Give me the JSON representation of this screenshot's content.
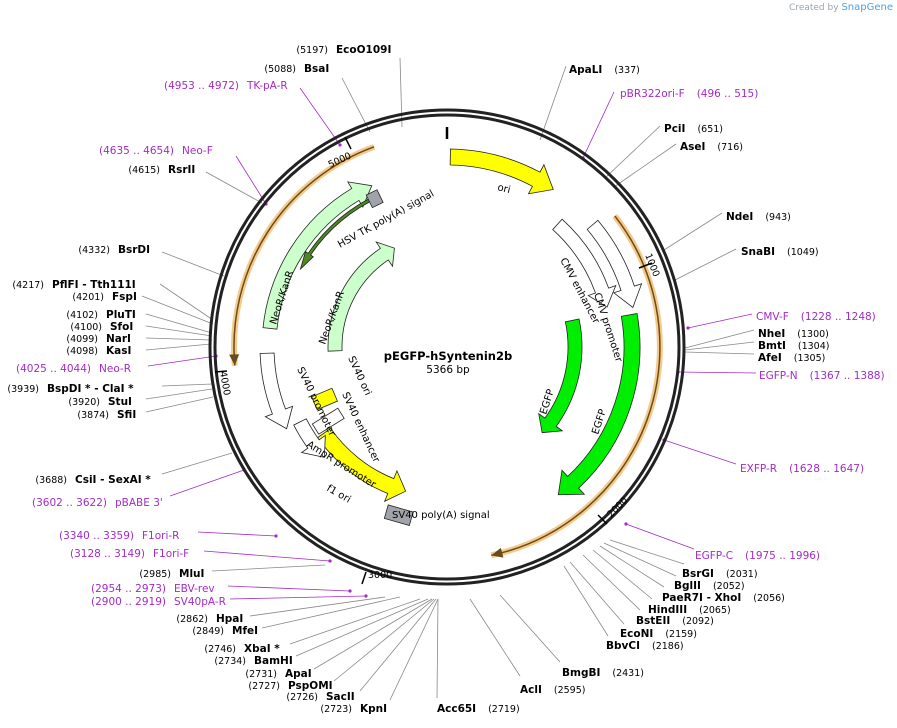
{
  "credit": {
    "prefix": "Created by",
    "brand": "SnapGene"
  },
  "plasmid": {
    "name": "pEGFP-hSyntenin2b",
    "length_label": "5366 bp"
  },
  "ticks": [
    "1000",
    "2000",
    "3000",
    "4000",
    "5000"
  ],
  "enzymes": [
    {
      "name": "EcoO109I",
      "pos": "(5197)"
    },
    {
      "name": "BsaI",
      "pos": "(5088)"
    },
    {
      "name": "RsrII",
      "pos": "(4615)"
    },
    {
      "name": "BsrDI",
      "pos": "(4332)"
    },
    {
      "name": "PflFI - Tth111I",
      "pos": "(4217)"
    },
    {
      "name": "FspI",
      "pos": "(4201)"
    },
    {
      "name": "PluTI",
      "pos": "(4102)"
    },
    {
      "name": "SfoI",
      "pos": "(4100)"
    },
    {
      "name": "NarI",
      "pos": "(4099)"
    },
    {
      "name": "KasI",
      "pos": "(4098)"
    },
    {
      "name": "BspDI * - ClaI *",
      "pos": "(3939)"
    },
    {
      "name": "StuI",
      "pos": "(3920)"
    },
    {
      "name": "SfiI",
      "pos": "(3874)"
    },
    {
      "name": "CsiI - SexAI *",
      "pos": "(3688)"
    },
    {
      "name": "MluI",
      "pos": "(2985)"
    },
    {
      "name": "HpaI",
      "pos": "(2862)"
    },
    {
      "name": "MfeI",
      "pos": "(2849)"
    },
    {
      "name": "XbaI *",
      "pos": "(2746)"
    },
    {
      "name": "BamHI",
      "pos": "(2734)"
    },
    {
      "name": "ApaI",
      "pos": "(2731)"
    },
    {
      "name": "PspOMI",
      "pos": "(2727)"
    },
    {
      "name": "SacII",
      "pos": "(2726)"
    },
    {
      "name": "KpnI",
      "pos": "(2723)"
    },
    {
      "name": "Acc65I",
      "pos": "(2719)"
    },
    {
      "name": "AclI",
      "pos": "(2595)"
    },
    {
      "name": "BmgBI",
      "pos": "(2431)"
    },
    {
      "name": "BbvCI",
      "pos": "(2186)"
    },
    {
      "name": "EcoNI",
      "pos": "(2159)"
    },
    {
      "name": "BstEII",
      "pos": "(2092)"
    },
    {
      "name": "HindIII",
      "pos": "(2065)"
    },
    {
      "name": "PaeR7I - XhoI",
      "pos": "(2056)"
    },
    {
      "name": "BglII",
      "pos": "(2052)"
    },
    {
      "name": "BsrGI",
      "pos": "(2031)"
    },
    {
      "name": "AfeI",
      "pos": "(1305)"
    },
    {
      "name": "BmtI",
      "pos": "(1304)"
    },
    {
      "name": "NheI",
      "pos": "(1300)"
    },
    {
      "name": "SnaBI",
      "pos": "(1049)"
    },
    {
      "name": "NdeI",
      "pos": "(943)"
    },
    {
      "name": "AseI",
      "pos": "(716)"
    },
    {
      "name": "PciI",
      "pos": "(651)"
    },
    {
      "name": "ApaLI",
      "pos": "(337)"
    }
  ],
  "primers": [
    {
      "name": "TK-pA-R",
      "range": "(4953 .. 4972)"
    },
    {
      "name": "Neo-F",
      "range": "(4635 .. 4654)"
    },
    {
      "name": "Neo-R",
      "range": "(4025 .. 4044)"
    },
    {
      "name": "pBABE 3'",
      "range": "(3602 .. 3622)"
    },
    {
      "name": "F1ori-R",
      "range": "(3340 .. 3359)"
    },
    {
      "name": "F1ori-F",
      "range": "(3128 .. 3149)"
    },
    {
      "name": "EBV-rev",
      "range": "(2954 .. 2973)"
    },
    {
      "name": "SV40pA-R",
      "range": "(2900 .. 2919)"
    },
    {
      "name": "pBR322ori-F",
      "range": "(496 .. 515)"
    },
    {
      "name": "CMV-F",
      "range": "(1228 .. 1248)"
    },
    {
      "name": "EGFP-N",
      "range": "(1367 .. 1388)"
    },
    {
      "name": "EXFP-R",
      "range": "(1628 .. 1647)"
    },
    {
      "name": "EGFP-C",
      "range": "(1975 .. 1996)"
    }
  ],
  "features": [
    {
      "name": "ori"
    },
    {
      "name": "CMV enhancer"
    },
    {
      "name": "CMV promoter"
    },
    {
      "name": "EGFP"
    },
    {
      "name": "EGFP"
    },
    {
      "name": "SV40 poly(A) signal"
    },
    {
      "name": "f1 ori"
    },
    {
      "name": "AmpR promoter"
    },
    {
      "name": "SV40 promoter"
    },
    {
      "name": "SV40 ori"
    },
    {
      "name": "SV40 enhancer"
    },
    {
      "name": "NeoR/KanR"
    },
    {
      "name": "NeoR/KanR"
    },
    {
      "name": "HSV TK poly(A) signal"
    }
  ],
  "colors": {
    "backbone": "#000000",
    "ori": "#ffff00",
    "egfp": "#00ee00",
    "neo": "#ccffcc",
    "promoter": "#ffffff",
    "terminator": "#a0a4aa",
    "primer": "#a32bc6",
    "orf": "#f5c98a"
  }
}
